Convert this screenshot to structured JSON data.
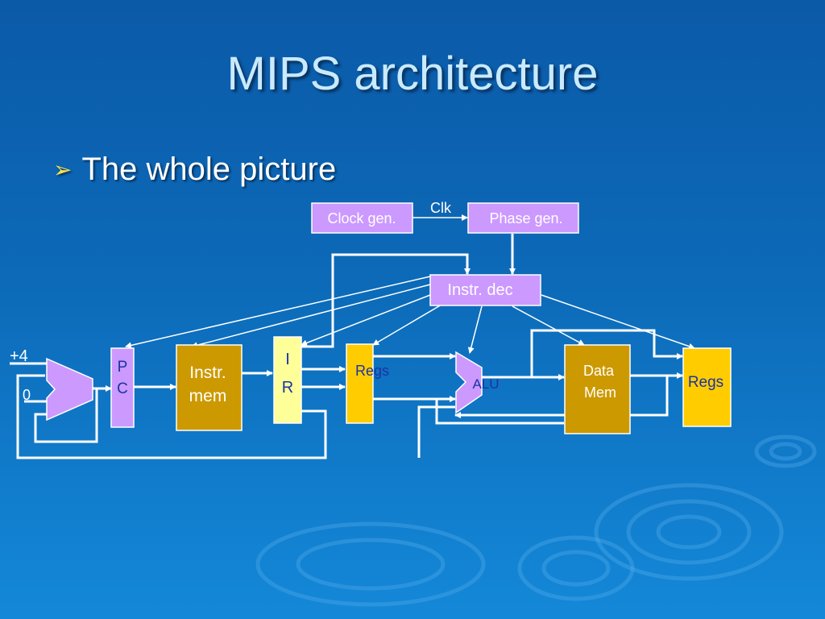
{
  "slide": {
    "title": "MIPS architecture",
    "bullet": {
      "marker": "➢",
      "text": "The whole picture"
    }
  },
  "diagram": {
    "clock_gen": "Clock gen.",
    "clk_label": "Clk",
    "phase_gen": "Phase gen.",
    "instr_dec": "Instr. dec",
    "plus4": "+4",
    "zero": "0",
    "pc": [
      "P",
      "C"
    ],
    "instr_mem": [
      "Instr.",
      "mem"
    ],
    "ir": [
      "I",
      "R"
    ],
    "regs_read": "Regs",
    "alu": "ALU",
    "data_mem": [
      "Data",
      "Mem"
    ],
    "regs_write": "Regs"
  },
  "colors": {
    "background": "#0c6ab8",
    "lavender": "#cc99ff",
    "gold": "#cc9900",
    "yellow": "#ffcc00",
    "light_yellow": "#ffff99",
    "wire": "#ffffff",
    "label_blue": "#1a33a6"
  }
}
